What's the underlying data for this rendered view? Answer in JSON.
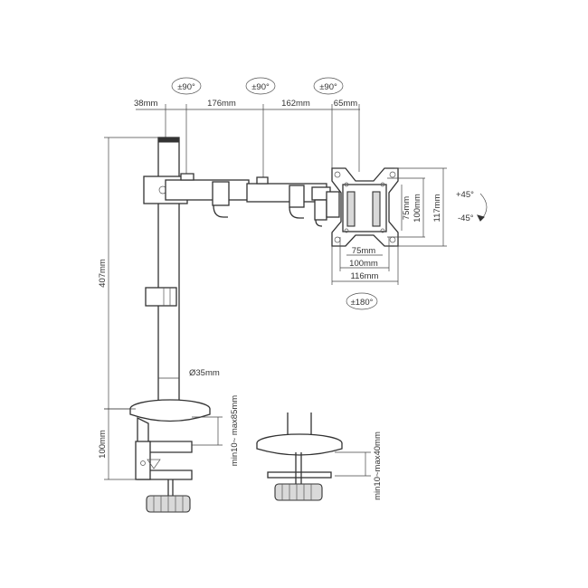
{
  "labels": {
    "rot_arm1": "±90°",
    "rot_arm2": "±90°",
    "rot_arm3": "±90°",
    "seg_38": "38mm",
    "seg_176": "176mm",
    "seg_162": "162mm",
    "seg_65": "65mm",
    "height_407": "407mm",
    "pole_dia": "Ø35mm",
    "clamp_100": "100mm",
    "clamp_range": "min10~ max85mm",
    "grommet_range": "min10~max40mm",
    "vesa_75h": "75mm",
    "vesa_100h": "100mm",
    "vesa_117": "117mm",
    "vesa_75w": "75mm",
    "vesa_100w": "100mm",
    "vesa_116": "116mm",
    "tilt_plus": "+45°",
    "tilt_minus": "-45°",
    "rot_180": "±180°"
  }
}
